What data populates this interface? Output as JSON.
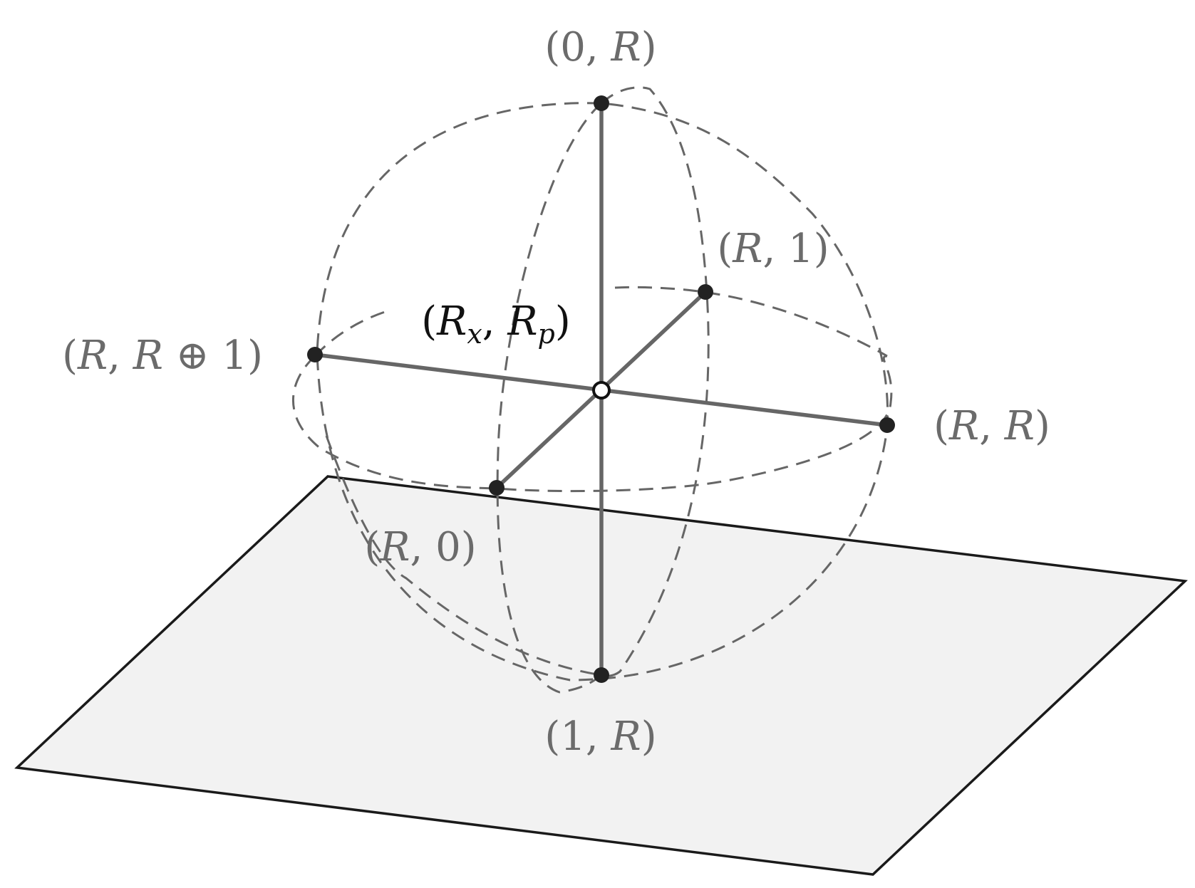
{
  "colors": {
    "plane_fill": "#f2f2f2",
    "plane_stroke": "#1a1a1a",
    "dashed": "#666666",
    "axis": "#666666",
    "point": "#222222",
    "center_fill": "#ffffff",
    "label_grey": "#6b6b6b",
    "label_black": "#111111"
  },
  "labels": {
    "top": {
      "open": "(",
      "a": "0",
      "sep": ", ",
      "b": "R",
      "close": ")"
    },
    "bottom": {
      "open": "(",
      "a": "1",
      "sep": ", ",
      "b": "R",
      "close": ")"
    },
    "right": {
      "open": "(",
      "a": "R",
      "sep": ", ",
      "b": "R",
      "close": ")"
    },
    "left": {
      "open": "(",
      "a": "R",
      "sep": ", ",
      "b": "R",
      "op": " ⊕ ",
      "c": "1",
      "close": ")"
    },
    "back": {
      "open": "(",
      "a": "R",
      "sep": ", ",
      "b": "1",
      "close": ")"
    },
    "front": {
      "open": "(",
      "a": "R",
      "sep": ", ",
      "b": "0",
      "close": ")"
    },
    "center": {
      "open": "(",
      "a": "R",
      "a_sub": "x",
      "sep": ", ",
      "b": "R",
      "b_sub": "p",
      "close": ")"
    }
  }
}
